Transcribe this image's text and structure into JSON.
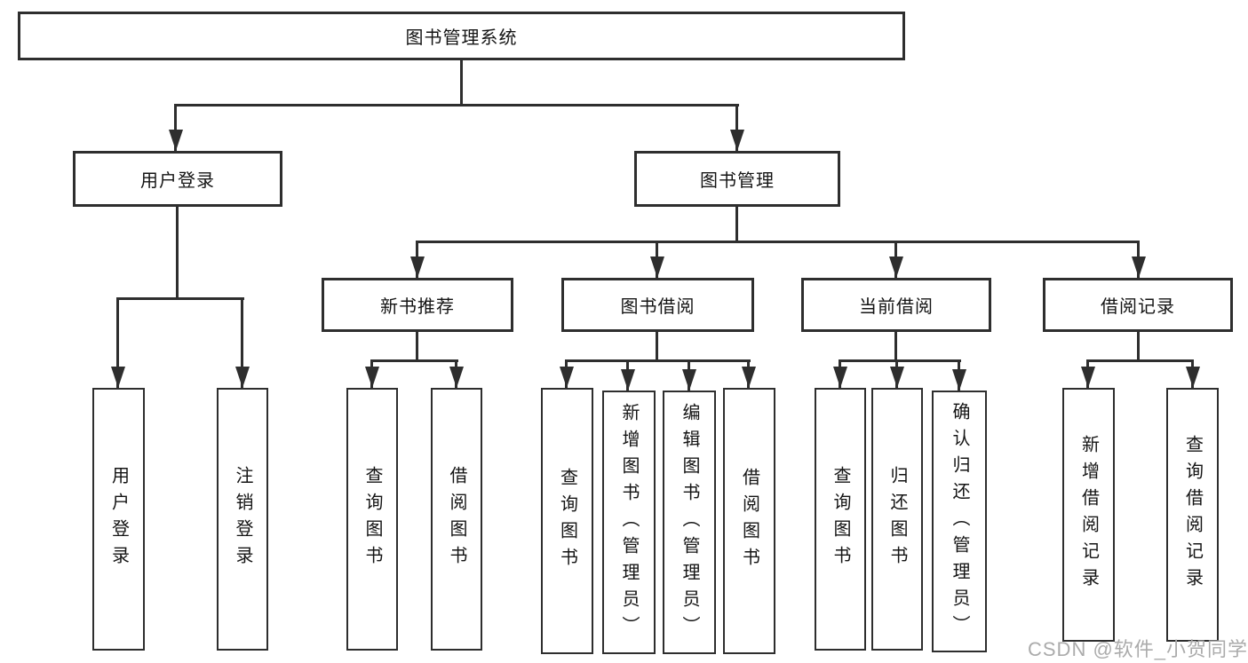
{
  "diagram_title": "图书管理系统",
  "colors": {
    "line": "#2e2e2e",
    "box_border": "#2e2e2e",
    "box_background": "#ffffff",
    "text": "#141414",
    "watermark": "#ababab"
  },
  "watermark": {
    "text": "CSDN @软件_小贺同学"
  },
  "tree": {
    "label": "图书管理系统",
    "children": [
      {
        "label": "用户登录",
        "children": [
          {
            "label": "用户登录"
          },
          {
            "label": "注销登录"
          }
        ]
      },
      {
        "label": "图书管理",
        "children": [
          {
            "label": "新书推荐",
            "children": [
              {
                "label": "查询图书"
              },
              {
                "label": "借阅图书"
              }
            ]
          },
          {
            "label": "图书借阅",
            "children": [
              {
                "label": "查询图书"
              },
              {
                "label": "新增图书（管理员）"
              },
              {
                "label": "编辑图书（管理员）"
              },
              {
                "label": "借阅图书"
              }
            ]
          },
          {
            "label": "当前借阅",
            "children": [
              {
                "label": "查询图书"
              },
              {
                "label": "归还图书"
              },
              {
                "label": "确认归还（管理员）"
              }
            ]
          },
          {
            "label": "借阅记录",
            "children": [
              {
                "label": "新增借阅记录"
              },
              {
                "label": "查询借阅记录"
              }
            ]
          }
        ]
      }
    ]
  }
}
